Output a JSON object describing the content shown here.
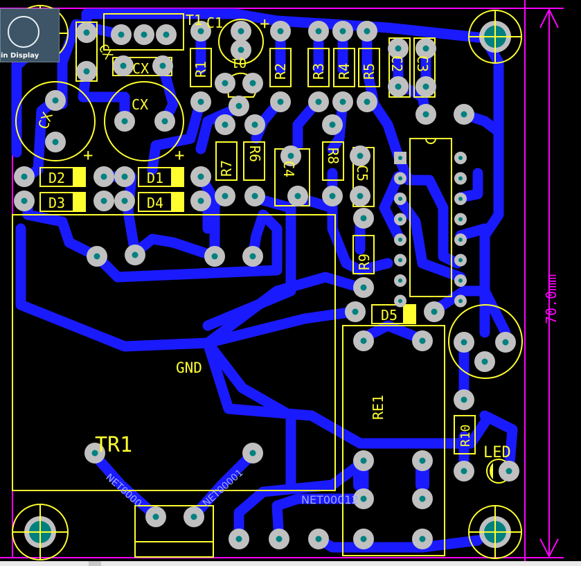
{
  "board": {
    "components": {
      "transformer_pins": "T1",
      "c1": "C1",
      "r1": "R1",
      "r2": "R2",
      "r3": "R3",
      "r4": "R4",
      "r5": "R5",
      "c2": "C2",
      "c3": "C3",
      "q1": "Q1",
      "cx_top": "CX",
      "cx_side": "CX",
      "cx_left": "CX",
      "cx_mid": "CX",
      "r7": "R7",
      "r6": "R6",
      "c4": "C4",
      "r8": "R8",
      "c5": "C5",
      "r9": "R9",
      "d1": "D1",
      "d2": "D2",
      "d3": "D3",
      "d4": "D4",
      "d5": "D5",
      "re1": "RE1",
      "r10": "R10",
      "led": "LED",
      "tr1": "TR1",
      "plus_c1": "+",
      "plus_d2": "+",
      "plus_d1": "+"
    },
    "nets": {
      "gnd": "GND",
      "net0": "NET0000",
      "net1": "NET00001",
      "net12": "NET00012"
    },
    "dimension": "70.0mm"
  },
  "colors": {
    "background": "#000000",
    "trace": "#1a1aff",
    "silkscreen": "#ffff30",
    "pad": "#c0c0c0",
    "hole": "#008080",
    "keepout": "#ff00ff"
  },
  "overlay": {
    "tooltip_text": "in Display"
  }
}
